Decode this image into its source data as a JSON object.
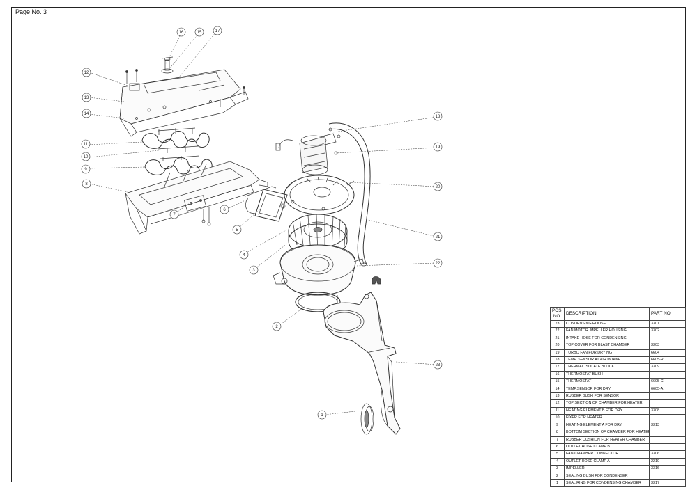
{
  "page": {
    "label": "Page No. 3"
  },
  "bom": {
    "headers": {
      "pos": "POS.\nNO.",
      "description": "DESCRIPTION",
      "part": "PART NO."
    },
    "rows": [
      {
        "pos": "23",
        "description": "CONDENSING HOUSE",
        "part": "3301"
      },
      {
        "pos": "22",
        "description": "FAN MOTOR IMPELLER HOUSING",
        "part": "3302"
      },
      {
        "pos": "21",
        "description": "INTAKE HOSE FOR CONDENSING",
        "part": ""
      },
      {
        "pos": "20",
        "description": "TOP COVER FOR BLAST CHAMBER",
        "part": "3303"
      },
      {
        "pos": "19",
        "description": "TURBO FAN FOR DRYING",
        "part": "6604"
      },
      {
        "pos": "18",
        "description": "TEMP. SENSOR AT AIR INTAKE",
        "part": "6605-R"
      },
      {
        "pos": "17",
        "description": "THERMAL ISOLATE BLOCK",
        "part": "3309"
      },
      {
        "pos": "16",
        "description": "THERMOSTAT BUSH",
        "part": ""
      },
      {
        "pos": "15",
        "description": "THERMOSTAT",
        "part": "6605-C"
      },
      {
        "pos": "14",
        "description": "TEMP.SENSOR FOR DRY",
        "part": "6605-A"
      },
      {
        "pos": "13",
        "description": "RUBBER BUSH FOR SENSOR",
        "part": ""
      },
      {
        "pos": "12",
        "description": "TOP SECTION OF CHAMBER FOR HEATER",
        "part": ""
      },
      {
        "pos": "11",
        "description": "HEATING ELEMENT B FOR DRY",
        "part": "3308"
      },
      {
        "pos": "10",
        "description": "FIXER FOR HEATER",
        "part": ""
      },
      {
        "pos": "9",
        "description": "HEATING ELEMENT A FOR DRY",
        "part": "3313"
      },
      {
        "pos": "8",
        "description": "BOTTOM SECTION OF CHAMBER FOR HEATER",
        "part": ""
      },
      {
        "pos": "7",
        "description": "RUBBER CUSHION FOR HEATER CHAMBER",
        "part": ""
      },
      {
        "pos": "6",
        "description": "OUTLET HOSE CLAMP B",
        "part": ""
      },
      {
        "pos": "5",
        "description": "FAN-CHAMBER CONNECTOR",
        "part": "3306"
      },
      {
        "pos": "4",
        "description": "OUTLET HOSE CLAMP A",
        "part": "2210"
      },
      {
        "pos": "3",
        "description": "IMPELLER",
        "part": "3316"
      },
      {
        "pos": "2",
        "description": "SEALING BUSH FOR CONDENSER",
        "part": ""
      },
      {
        "pos": "1",
        "description": "SEAL RING FOR CONDENSING CHAMBER",
        "part": "3317"
      }
    ]
  },
  "balloons": [
    {
      "label": "16"
    },
    {
      "label": "15"
    },
    {
      "label": "17"
    },
    {
      "label": "12"
    },
    {
      "label": "13"
    },
    {
      "label": "14"
    },
    {
      "label": "11"
    },
    {
      "label": "10"
    },
    {
      "label": "9"
    },
    {
      "label": "8"
    },
    {
      "label": "7"
    },
    {
      "label": "6"
    },
    {
      "label": "5"
    },
    {
      "label": "4"
    },
    {
      "label": "3"
    },
    {
      "label": "18"
    },
    {
      "label": "19"
    },
    {
      "label": "20"
    },
    {
      "label": "21"
    },
    {
      "label": "22"
    },
    {
      "label": "2"
    },
    {
      "label": "23"
    },
    {
      "label": "1"
    }
  ]
}
